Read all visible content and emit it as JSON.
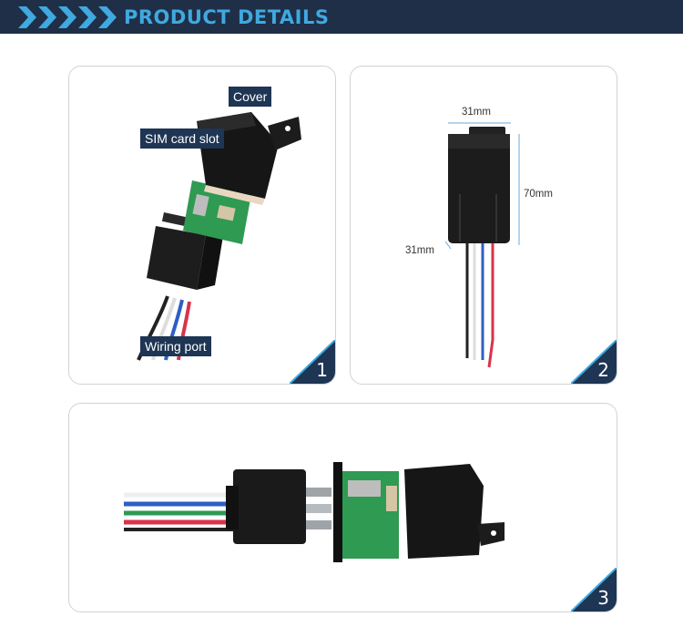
{
  "header": {
    "title": "PRODUCT DETAILS"
  },
  "colors": {
    "header_bg": "#1e2f47",
    "accent": "#3fa9e0",
    "label_bg": "#1e3554"
  },
  "panels": [
    {
      "number": "1",
      "labels": {
        "cover": "Cover",
        "sim": "SIM card slot",
        "wiring": "Wiring port"
      }
    },
    {
      "number": "2",
      "dims": {
        "width": "31mm",
        "height": "70mm",
        "depth": "31mm"
      }
    },
    {
      "number": "3"
    }
  ],
  "icons": [
    "chevron-right-icon"
  ]
}
